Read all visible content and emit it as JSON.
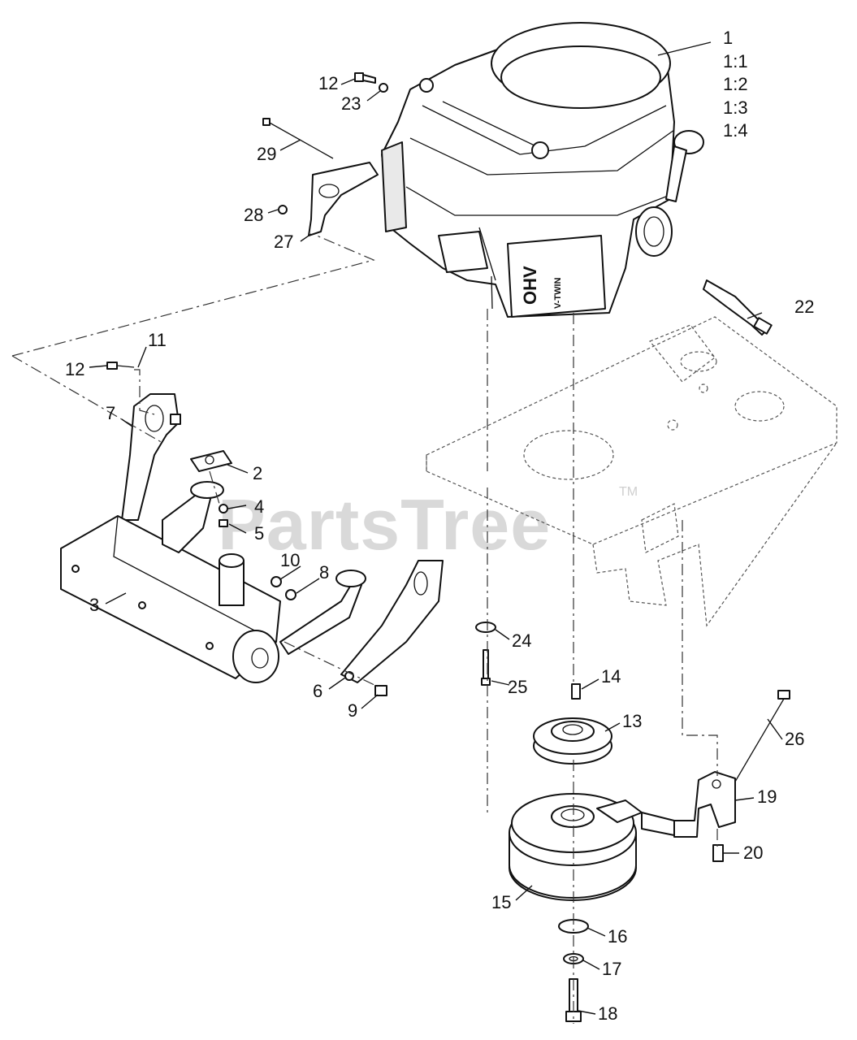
{
  "watermark": {
    "text": "PartsTree",
    "trademark": "TM"
  },
  "callouts": {
    "c1": "1",
    "c1_1": "1:1",
    "c1_2": "1:2",
    "c1_3": "1:3",
    "c1_4": "1:4",
    "c2": "2",
    "c3": "3",
    "c4": "4",
    "c5": "5",
    "c6": "6",
    "c7": "7",
    "c8": "8",
    "c9": "9",
    "c10": "10",
    "c11": "11",
    "c12a": "12",
    "c12b": "12",
    "c13": "13",
    "c14": "14",
    "c15": "15",
    "c16": "16",
    "c17": "17",
    "c18": "18",
    "c19": "19",
    "c20": "20",
    "c22": "22",
    "c23": "23",
    "c24": "24",
    "c25": "25",
    "c26": "26",
    "c27": "27",
    "c28": "28",
    "c29": "29"
  },
  "engine_label": {
    "ohv": "OHV",
    "vtwin": "V-TWIN"
  }
}
